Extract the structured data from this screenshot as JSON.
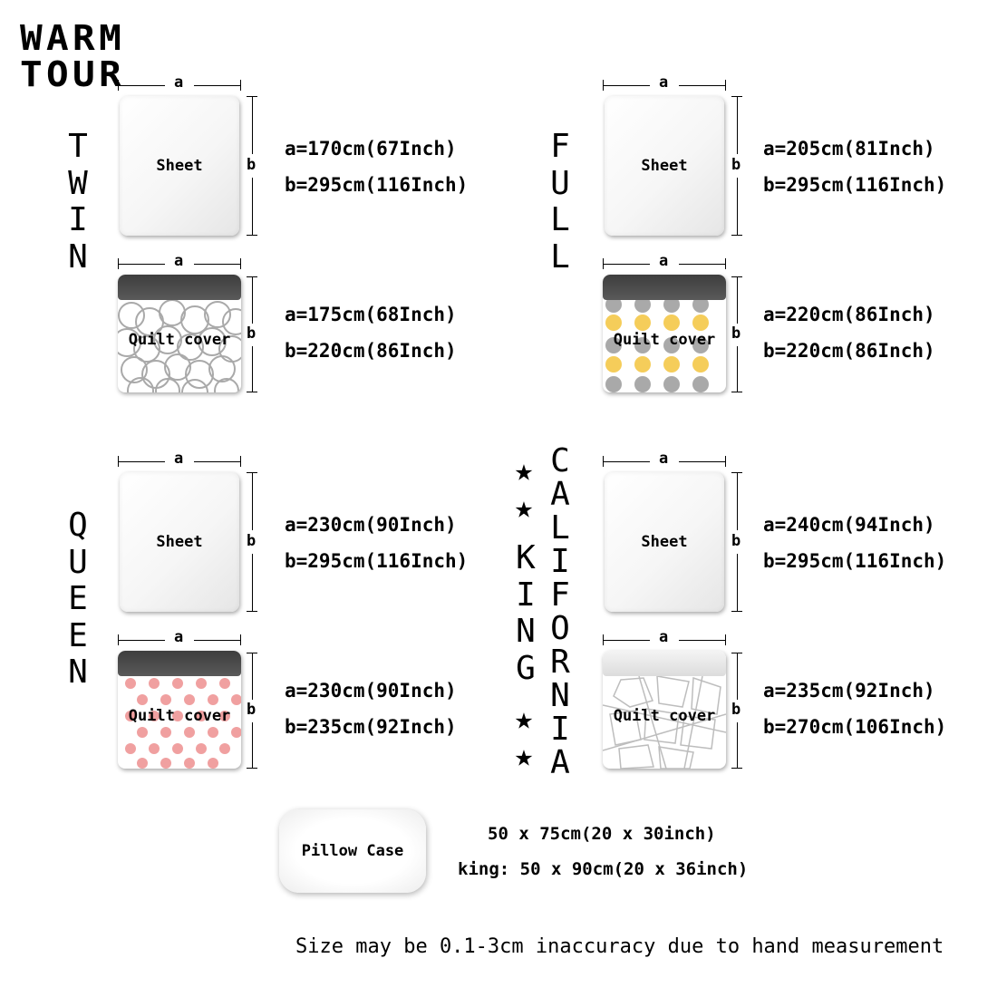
{
  "brand": {
    "line1": "WARM",
    "line2": "TOUR"
  },
  "dim_labels": {
    "a": "a",
    "b": "b"
  },
  "sizes": {
    "twin": {
      "name": "TWIN",
      "sheet": {
        "label": "Sheet",
        "a": "a=170cm(67Inch)",
        "b": "b=295cm(116Inch)"
      },
      "quilt": {
        "label": "Quilt cover",
        "a": "a=175cm(68Inch)",
        "b": "b=220cm(86Inch)"
      }
    },
    "full": {
      "name": "FULL",
      "sheet": {
        "label": "Sheet",
        "a": "a=205cm(81Inch)",
        "b": "b=295cm(116Inch)"
      },
      "quilt": {
        "label": "Quilt cover",
        "a": "a=220cm(86Inch)",
        "b": "b=220cm(86Inch)"
      }
    },
    "queen": {
      "name": "QUEEN",
      "sheet": {
        "label": "Sheet",
        "a": "a=230cm(90Inch)",
        "b": "b=295cm(116Inch)"
      },
      "quilt": {
        "label": "Quilt cover",
        "a": "a=230cm(90Inch)",
        "b": "b=235cm(92Inch)"
      }
    },
    "cal_king": {
      "name_left": "KING",
      "name_right": "CALIFORNIA",
      "sheet": {
        "label": "Sheet",
        "a": "a=240cm(94Inch)",
        "b": "b=295cm(116Inch)"
      },
      "quilt": {
        "label": "Quilt cover",
        "a": "a=235cm(92Inch)",
        "b": "b=270cm(106Inch)"
      }
    }
  },
  "star_symbol": "★",
  "pillow": {
    "label": "Pillow Case",
    "size1": "50 x 75cm(20 x 30inch)",
    "size2": "king: 50 x 90cm(20 x 36inch)"
  },
  "note": "Size may be 0.1-3cm inaccuracy due to hand measurement",
  "colors": {
    "band_dark": "#484848",
    "circle_grey": "#a9a9a9",
    "dot_yellow": "#f5cd5a",
    "dot_grey": "#a9a9a9",
    "flower_pink": "#f0a0a0",
    "geo_grey": "#bdbdbd"
  }
}
